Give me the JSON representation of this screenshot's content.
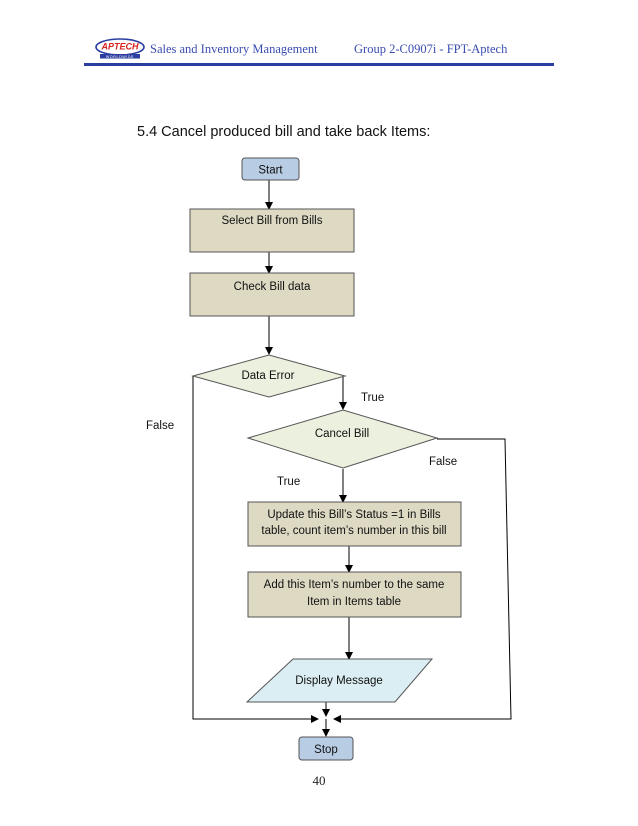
{
  "header": {
    "logo_text": "APTECH",
    "logo_subtext": "WORLDWIDE",
    "left_text": "Sales and Inventory Management",
    "right_text": "Group 2-C0907i  -  FPT-Aptech"
  },
  "section": {
    "title": "5.4 Cancel produced bill and take back Items:"
  },
  "flowchart": {
    "start": "Start",
    "select_bill": "Select Bill from Bills",
    "check_bill": "Check Bill data",
    "data_error": "Data Error",
    "cancel_bill": "Cancel Bill",
    "update_line1": "Update this Bill’s Status =1 in Bills",
    "update_line2": "table, count item’s number in this bill",
    "add_line1": "Add this Item’s number to the same",
    "add_line2": "Item in Items table",
    "display_message": "Display Message",
    "stop": "Stop",
    "label_true_1": "True",
    "label_false_1": "False",
    "label_true_2": "True",
    "label_false_2": "False"
  },
  "colors": {
    "brand_blue": "#2c3da0",
    "logo_red": "#d8231f",
    "terminal_fill": "#b8cce4",
    "process_fill": "#ddd9c3",
    "decision_fill": "#ebf1de",
    "io_fill": "#dbeef3"
  },
  "footer": {
    "page_number": "40"
  }
}
